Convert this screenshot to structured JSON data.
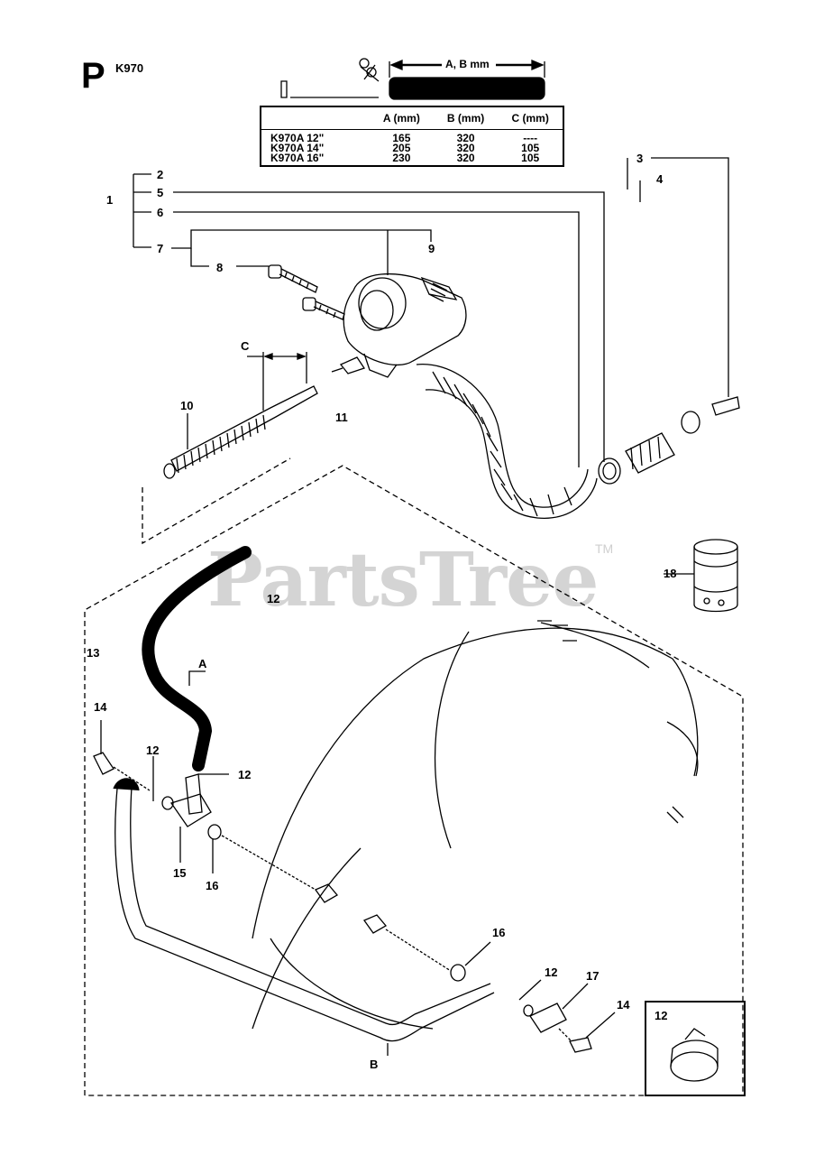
{
  "header": {
    "section_letter": "P",
    "model": "K970",
    "dimension_label": "A, B mm"
  },
  "table": {
    "columns": [
      "",
      "A (mm)",
      "B (mm)",
      "C (mm)"
    ],
    "rows": [
      [
        "K970A 12\"",
        "165",
        "320",
        "----"
      ],
      [
        "K970A 14\"",
        "205",
        "320",
        "105"
      ],
      [
        "K970A 16\"",
        "230",
        "320",
        "105"
      ]
    ]
  },
  "callouts": {
    "c1": "1",
    "c2": "2",
    "c3": "3",
    "c4": "4",
    "c5": "5",
    "c6": "6",
    "c7": "7",
    "c8": "8",
    "c9": "9",
    "c10": "10",
    "c11": "11",
    "c12a": "12",
    "c12b": "12",
    "c12c": "12",
    "c12d": "12",
    "c12e": "12",
    "c13": "13",
    "c14a": "14",
    "c14b": "14",
    "c15": "15",
    "c16a": "16",
    "c16b": "16",
    "c17": "17",
    "c18": "18",
    "cA": "A",
    "cB": "B",
    "cC": "C"
  },
  "watermark": {
    "text": "PartsTree",
    "trademark": "TM"
  }
}
